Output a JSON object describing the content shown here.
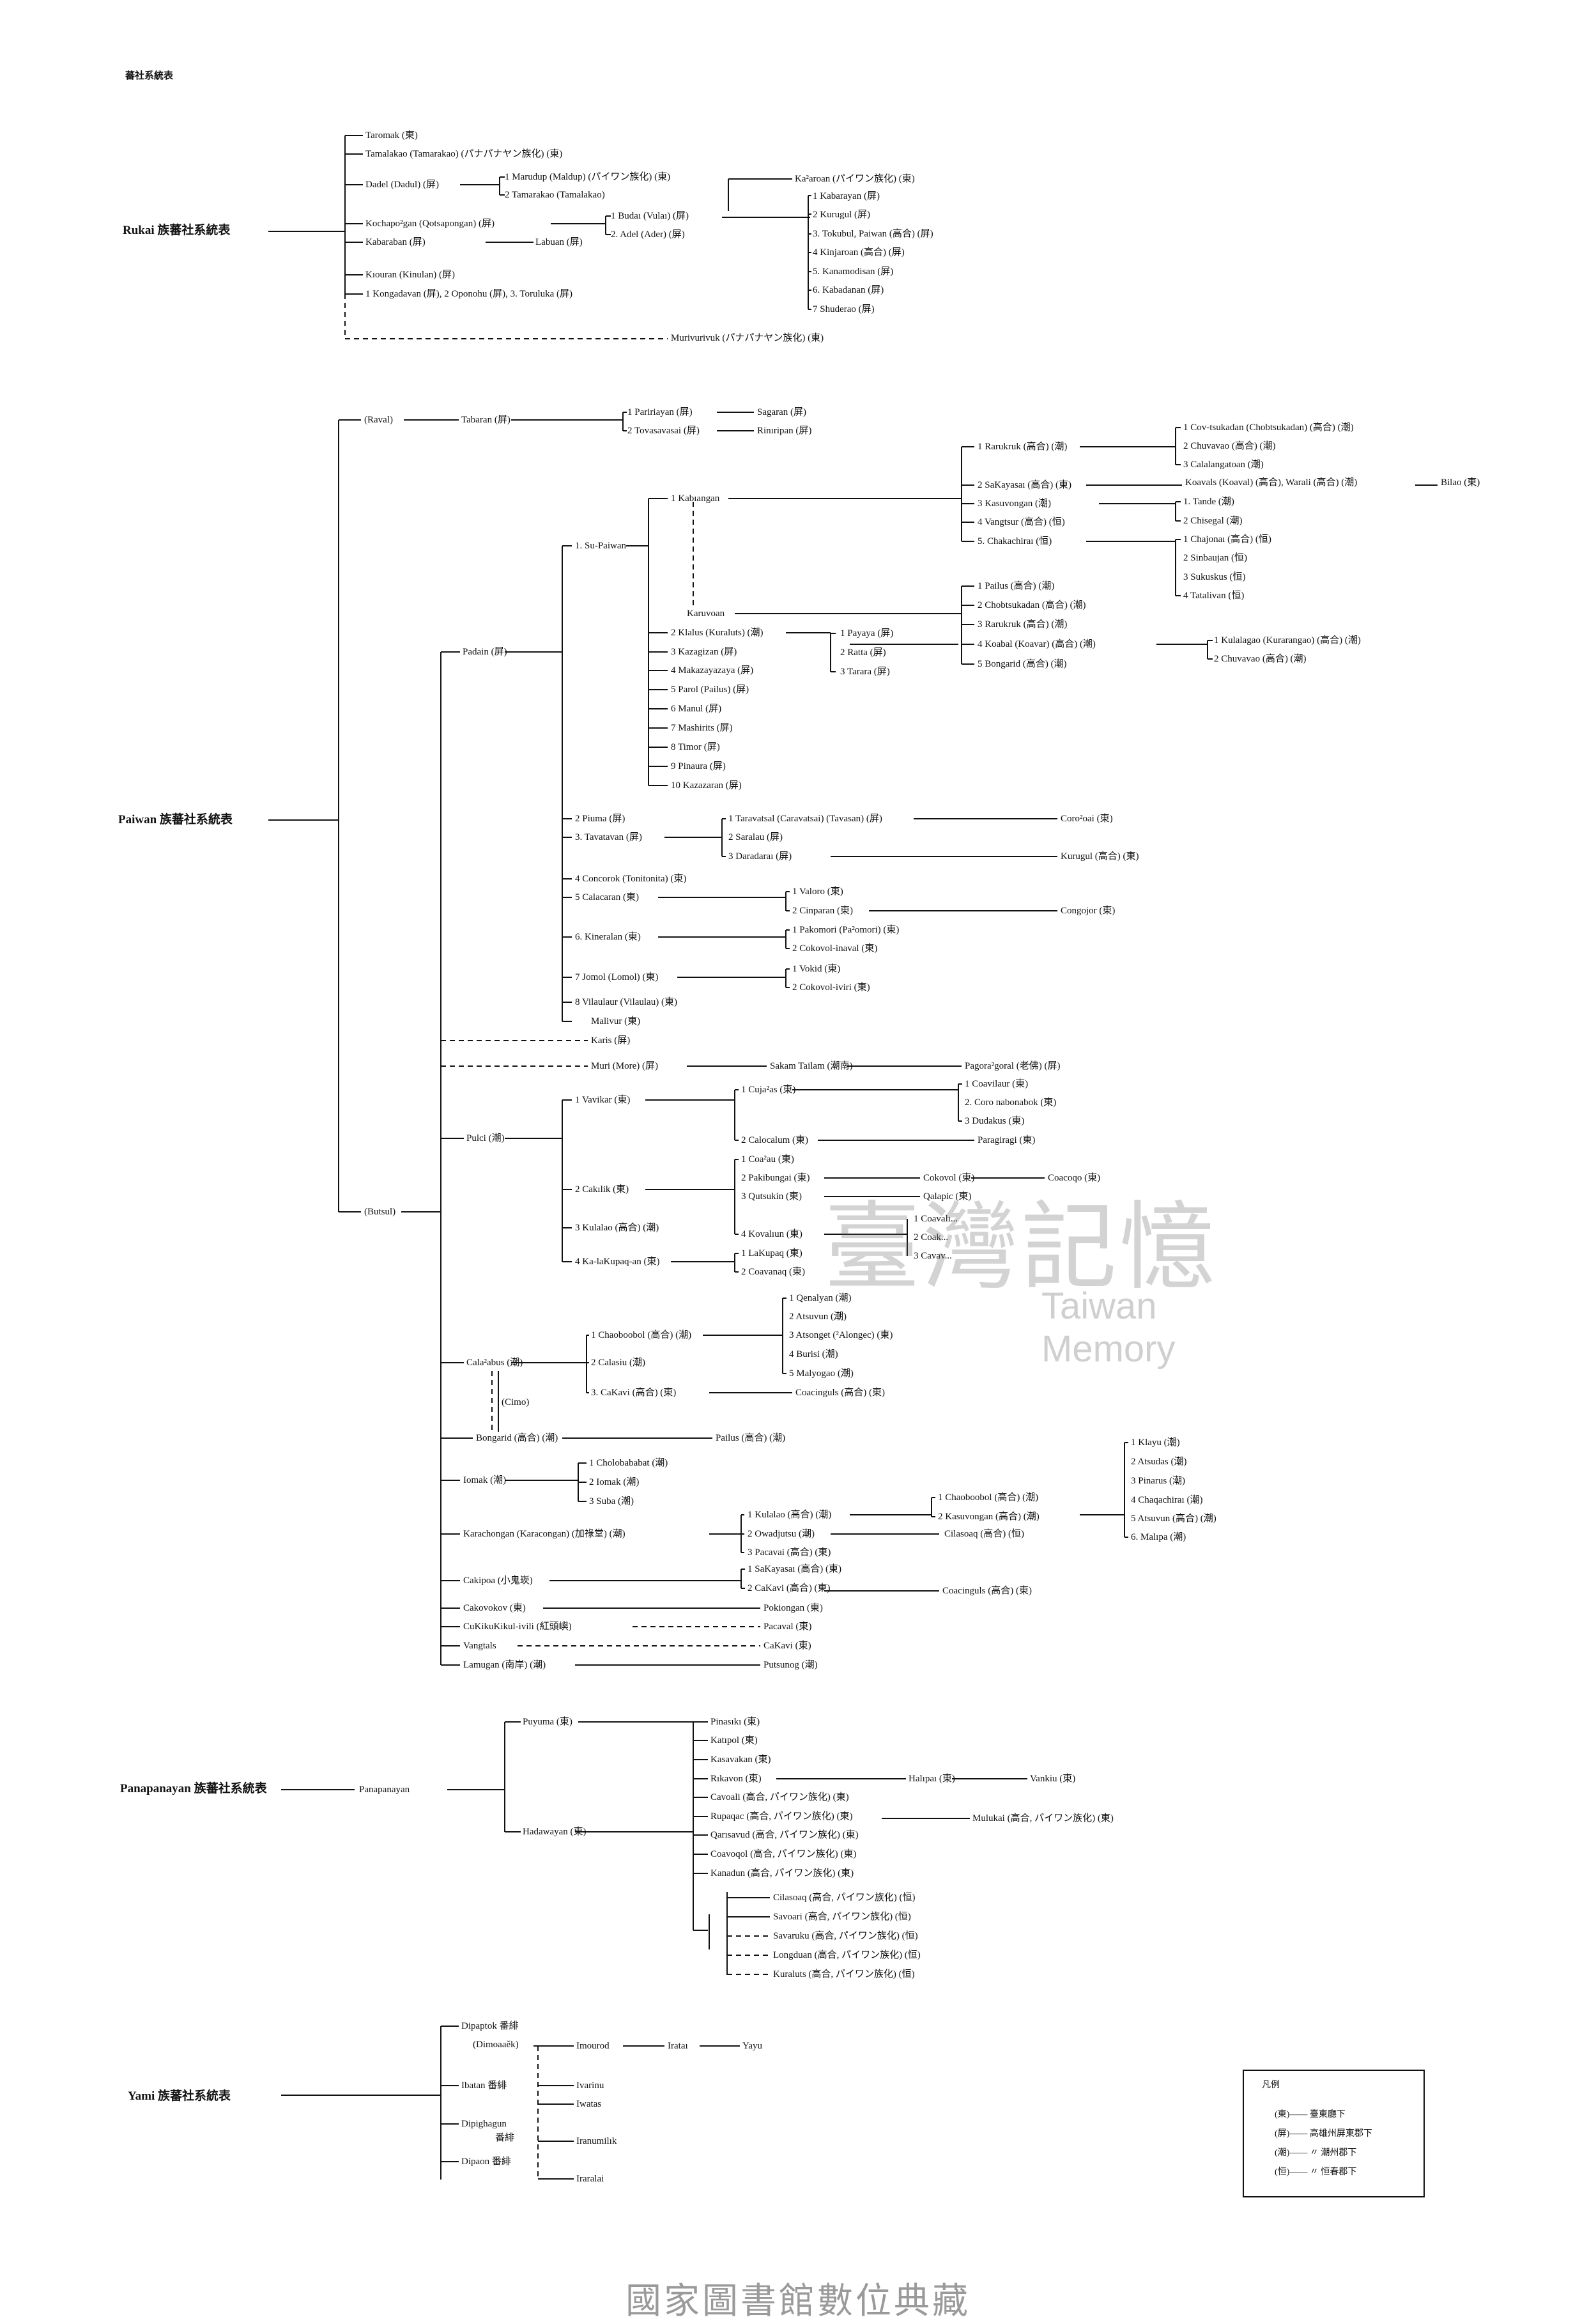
{
  "page_title": "蕃社系統表",
  "footer": "國家圖書館數位典藏",
  "watermark": {
    "cjk": "臺灣記憶",
    "en": "Taiwan Memory"
  },
  "legend": {
    "title": "凡例",
    "items": [
      "(東)—— 臺東廳下",
      "(屏)—— 高雄州屏東郡下",
      "(潮)—— 〃 潮州郡下",
      "(恒)—— 〃 恒春郡下"
    ]
  },
  "sections": {
    "rukai": "Rukai 族蕃社系統表",
    "paiwan": "Paiwan 族蕃社系統表",
    "panapanayan": "Panapanayan 族蕃社系統表",
    "yami": "Yami 族蕃社系統表"
  },
  "rukai": {
    "taromak": "Taromak (東)",
    "tamalakao": "Tamalakao (Tamarakao) (パナパナヤン族化) (東)",
    "dadel": "Dadel (Dadul) (屏)",
    "marudup": "1 Marudup (Maldup) (パイワン族化) (東)",
    "tamarakao": "2 Tamarakao (Tamalakao)",
    "kaaroan": "Ka²aroan (パイワン族化) (東)",
    "kochapongan": "Kochapo²gan (Qotsapongan) (屏)",
    "budai": "1 Budaı (Vulaı) (屏)",
    "adel": "2. Adel (Ader) (屏)",
    "kabaraban": "Kabaraban (屏)",
    "labuan": "Labuan (屏)",
    "kiouran": "Kıouran (Kinulan) (屏)",
    "kongadavan": "1 Kongadavan (屏), 2 Oponohu (屏), 3. Toruluka (屏)",
    "murivurivuk": "Murivurivuk (パナパナヤン族化) (東)",
    "children": [
      "1 Kabarayan (屏)",
      "2 Kurugul (屏)",
      "3. Tokubul, Paiwan (高合) (屏)",
      "4 Kinjaroan (高合) (屏)",
      "5. Kanamodisan (屏)",
      "6. Kabadanan (屏)",
      "7 Shuderao (屏)"
    ]
  },
  "paiwan": {
    "raval": "(Raval)",
    "butsul": "(Butsul)",
    "tabaran": "Tabaran (屏)",
    "paririan": "1 Paririayan (屏)",
    "tovasavasai": "2 Tovasavasai (屏)",
    "sagaran": "Sagaran (屏)",
    "rinripan": "Rinıripan (屏)",
    "padain": "Padain (屏)",
    "supaiwan": "1. Su-Paiwan",
    "kabiangan": "1 Kabıangan",
    "karuvoan": "Karuvoan",
    "rarukruk_list": [
      "1 Rarukruk (高合) (潮)",
      "2 SaKayasaı (高合) (東)",
      "3 Kasuvongan (潮)",
      "4 Vangtsur (高合) (恒)",
      "5. Chakachiraı (恒)"
    ],
    "rarukruk_children": [
      "1 Cov-tsukadan (Chobtsukadan) (高合) (潮)",
      "2 Chuvavao (高合) (潮)",
      "3 Calalangatoan (潮)"
    ],
    "koavals": "Koavals (Koaval) (高合), Warali (高合) (潮)",
    "bilao": "Bilao (東)",
    "tande": "1. Tande (潮)",
    "chisegal": "2 Chisegal (潮)",
    "chajonai_list": [
      "1 Chajonaı (高合) (恒)",
      "2 Sinbaujan (恒)",
      "3 Sukuskus (恒)",
      "4 Tatalivan (恒)"
    ],
    "padain_list": [
      "2 Klalus (Kuraluts) (潮)",
      "3 Kazagizan (屏)",
      "4 Makazayazaya (屏)",
      "5 Parol (Pailus) (屏)",
      "6 Manul (屏)",
      "7 Mashirits (屏)",
      "8 Timor (屏)",
      "9 Pinaura (屏)",
      "10 Kazazaran (屏)"
    ],
    "payaya_list": [
      "1 Payaya (屏)",
      "2 Ratta (屏)",
      "3 Tarara (屏)"
    ],
    "pailus_list": [
      "1 Pailus (高合) (潮)",
      "2 Chobtsukadan (高合) (潮)",
      "3 Rarukruk (高合) (潮)",
      "4 Koabal (Koavar) (高合) (潮)",
      "5 Bongarid (高合) (潮)"
    ],
    "kulalagao": [
      "1 Kulalagao (Kurarangao) (高合) (潮)",
      "2 Chuvavao (高合) (潮)"
    ],
    "piuma": "2 Piuma (屏)",
    "tavatavan": "3. Tavatavan (屏)",
    "taravatsal": [
      "1 Taravatsal (Caravatsai) (Tavasan) (屏)",
      "2 Saralau (屏)",
      "3 Daradaraı (屏)"
    ],
    "corooai": "Coro²oai (東)",
    "kurugul": "Kurugul (高合) (東)",
    "concorok": "4 Concorok (Tonitonita) (東)",
    "calacaran": "5 Calacaran (東)",
    "valoro": [
      "1 Valoro (東)",
      "2 Cinparan (東)"
    ],
    "congojor": "Congojor (東)",
    "kineralan": "6. Kineralan (東)",
    "pakomori": [
      "1 Pakomori (Pa²omori) (東)",
      "2 Cokovol-inaval (東)"
    ],
    "jomol": "7 Jomol (Lomol) (東)",
    "vokid": [
      "1 Vokid (東)",
      "2 Cokovol-iviri (東)"
    ],
    "vilaulaur": "8 Vilaulaur (Vilaulau) (東)",
    "malivur": "Malivur (東)",
    "karis": "Karis (屏)",
    "muri": "Muri (More) (屏)",
    "sakam": "Sakam Tailam (潮南)",
    "pagorangoral": "Pagora²goral (老佛) (屏)",
    "pulci": "Pulci (潮)",
    "vavikar": "1 Vavikar (東)",
    "cujaas": "1 Cuja²as (東)",
    "coavilaur": [
      "1 Coavilaur (東)",
      "2. Coro nabonabok (東)",
      "3 Dudakus (東)"
    ],
    "calocalum": "2 Calocalum (東)",
    "paragiragi": "Paragiragi (東)",
    "cakılik": "2 Cakılik (東)",
    "coaau": [
      "1 Coa²au (東)",
      "2 Pakibungai (東)",
      "3 Qutsukin (東)"
    ],
    "cokovol": "Cokovol (東)",
    "coacoqo": "Coacoqo (東)",
    "qalapic": "Qalapic (東)",
    "kulalao": "3 Kulalao (高合) (潮)",
    "kovalıun": "4 Kovalıun (東)",
    "coava": [
      "1 Coavalı...",
      "2 Coak...",
      "3 Cavav..."
    ],
    "kalakupaqan": "4 Ka-laKupaq-an (東)",
    "lakupaq": [
      "1 LaKupaq (東)",
      "2 Coavanaq (東)"
    ],
    "calaabus": "Cala²abus (潮)",
    "chaoboobol": "1 Chaoboobol (高合) (潮)",
    "calasiu": "2 Calasiu (潮)",
    "cakavi_c": "3. CaKavi (高合) (東)",
    "qenalyan": [
      "1 Qenalyan (潮)",
      "2 Atsuvun (潮)",
      "3 Atsonget (²Alongec) (東)",
      "4 Burisi (潮)",
      "5 Malyogao (潮)"
    ],
    "coacingul": "Coacinguls (高合) (東)",
    "cimo": "(Cimo)",
    "bongarid": "Bongarid (高合) (潮)",
    "pailus": "Pailus (高合) (潮)",
    "iomak": "Iomak (潮)",
    "cholob": [
      "1 Cholobababat (潮)",
      "2 Iomak (潮)",
      "3 Suba (潮)"
    ],
    "karachongan": "Karachongan (Karacongan) (加祿堂) (潮)",
    "kulalao_b": [
      "1 Kulalao (高合) (潮)",
      "2 Owadjutsu (潮)",
      "3 Pacavai (高合) (東)"
    ],
    "chaoboobol_b": [
      "1 Chaoboobol (高合) (潮)",
      "2 Kasuvongan (高合) (潮)"
    ],
    "cilasoaq": "Cilasoaq (高合) (恒)",
    "klayu": [
      "1 Klayu (潮)",
      "2 Atsudas (潮)",
      "3 Pinarus (潮)",
      "4 Chaqachiraı (潮)",
      "5 Atsuvun (高合) (潮)",
      "6. Malıpa (潮)"
    ],
    "cakipoa": "Cakipoa (小鬼崁)",
    "sakayasai_b": [
      "1 SaKayasaı (高合) (東)",
      "2 CaKavi (高合) (東)"
    ],
    "coacingul_b": "Coacinguls (高合) (東)",
    "cakovokov": "Cakovokov (東)",
    "pokiongan": "Pokiongan (東)",
    "cukiku": "CuKikuKikul-ivili (紅頭嶼)",
    "pacaval": "Pacaval (東)",
    "vangtal": "Vangtals",
    "cakavi_d": "CaKavi (東)",
    "lamugan": "Lamugan (南岸) (潮)",
    "putsunog": "Putsunog (潮)"
  },
  "panapanayan": {
    "root": "Panapanayan",
    "puyuma": "Puyuma (東)",
    "hadawayan": "Hadawayan (東)",
    "list": [
      "Pinasıkı (東)",
      "Katıpol (東)",
      "Kasavakan (東)",
      "Rıkavon (東)",
      "Cavoali (高合, パイワン族化) (東)",
      "Rupaqac (高合, パイワン族化) (東)",
      "Qarısavud (高合, パイワン族化) (東)",
      "Coavoqol (高合, パイワン族化) (東)",
      "Kanadun (高合, パイワン族化) (東)"
    ],
    "halipai": "Halıpaı (東)",
    "vankiu": "Vankiu (東)",
    "mulukai": "Mulukai (高合, パイワン族化) (東)",
    "lower": [
      "Cilasoaq (高合, パイワン族化) (恒)",
      "Savoari (高合, パイワン族化) (恒)",
      "Savaruku (高合, パイワン族化) (恒)",
      "Longduan (高合, パイワン族化) (恒)",
      "Kuraluts (高合, パイワン族化) (恒)"
    ]
  },
  "yami": {
    "dipaptok": "Dipaptok 番緋",
    "dimoaaek": "(Dimoaaěk)",
    "imourod": "Imourod",
    "iratai": "Irataı",
    "yayu": "Yayu",
    "ibatan": "Ibatan 番緋",
    "ivarinu": "Ivarinu",
    "iwatas": "Iwatas",
    "dipighagun": "Dipighagun",
    "dipighagun2": "番緋",
    "iranumilik": "Iranumilık",
    "dipaon": "Dipaon 番緋",
    "iraralai": "Iraralai"
  }
}
